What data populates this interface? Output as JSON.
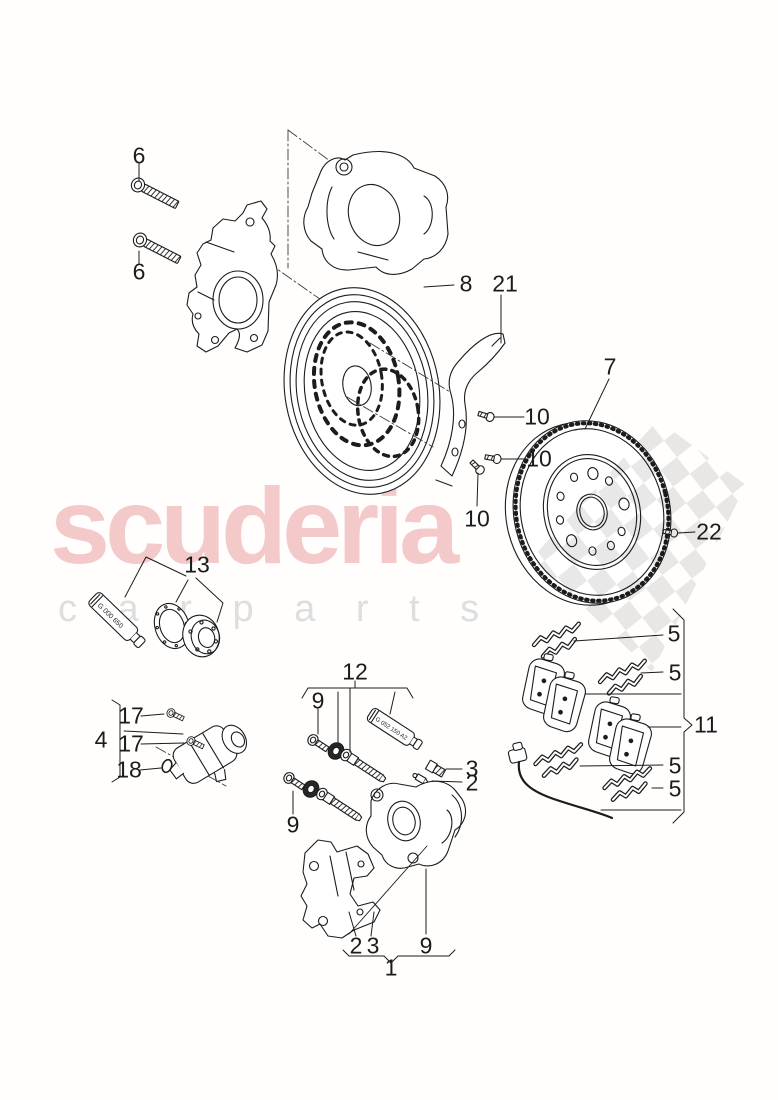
{
  "watermark": {
    "brand": "scuderia",
    "tagline": "c a r p a r t s",
    "brand_color": "#f4c9c9",
    "tagline_color": "#dedede",
    "flag_color": "#ebebeb"
  },
  "diagram": {
    "description_texts": {},
    "callouts": {
      "n1": "1",
      "n2": "2",
      "n3": "3",
      "n4": "4",
      "n5": "5",
      "n6": "6",
      "n7": "7",
      "n8": "8",
      "n9": "9",
      "n10": "10",
      "n11": "11",
      "n12": "12",
      "n13": "13",
      "n17": "17",
      "n18": "18",
      "n21": "21",
      "n22": "22"
    }
  },
  "part_texts": {
    "grease_tube_group13": "G 000 650",
    "grease_tube_group12": "G 052 150 A2"
  },
  "line_color": "#1c1c1c"
}
